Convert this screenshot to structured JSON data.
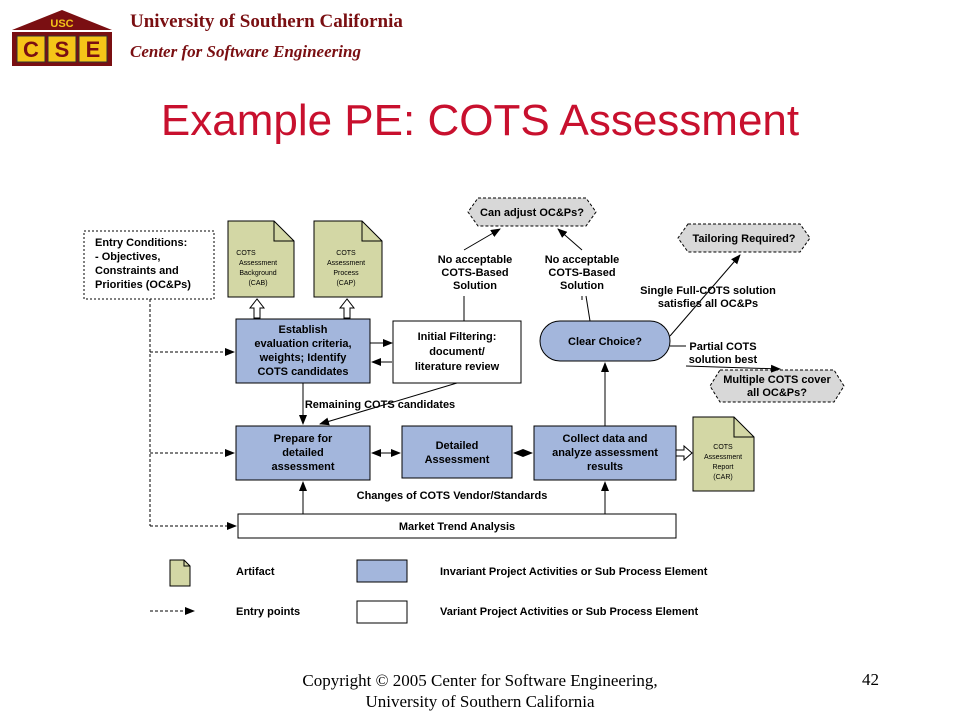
{
  "header": {
    "logo_top": "USC",
    "logo_letters": [
      "C",
      "S",
      "E"
    ],
    "university": "University of Southern California",
    "center": "Center for Software Engineering"
  },
  "title": "Example PE: COTS Assessment",
  "diagram": {
    "entry": [
      "Entry Conditions:",
      "- Objectives,",
      "Constraints and",
      "Priorities (OC&Ps)"
    ],
    "cab": [
      "COTS",
      "Assessment",
      "Background",
      "(CAB)"
    ],
    "cap": [
      "COTS",
      "Assessment",
      "Process",
      "(CAP)"
    ],
    "car": [
      "COTS",
      "Assessment",
      "Report",
      "(CAR)"
    ],
    "establish": [
      "Establish",
      "evaluation criteria,",
      "weights; Identify",
      "COTS candidates"
    ],
    "initial": [
      "Initial Filtering:",
      "document/",
      "literature review"
    ],
    "clear_choice": "Clear Choice?",
    "can_adjust": "Can adjust OC&Ps?",
    "tailoring": "Tailoring Required?",
    "multiple": [
      "Multiple COTS cover",
      "all OC&Ps?"
    ],
    "no_accept_1": [
      "No acceptable",
      "COTS-Based",
      "Solution"
    ],
    "no_accept_2": [
      "No acceptable",
      "COTS-Based",
      "Solution"
    ],
    "single_full": [
      "Single Full-COTS solution",
      "satisfies all OC&Ps"
    ],
    "partial": [
      "Partial COTS",
      "solution best"
    ],
    "remaining": "Remaining COTS candidates",
    "prepare": [
      "Prepare for",
      "detailed",
      "assessment"
    ],
    "detailed": [
      "Detailed",
      "Assessment"
    ],
    "collect": [
      "Collect data and",
      "analyze assessment",
      "results"
    ],
    "changes": "Changes of COTS Vendor/Standards",
    "market": "Market Trend Analysis"
  },
  "legend": {
    "artifact": "Artifact",
    "entry_points": "Entry points",
    "invariant": "Invariant Project Activities or Sub Process Element",
    "variant": "Variant Project Activities or Sub Process Element"
  },
  "colors": {
    "invariant_fill": "#a3b6dc",
    "artifact_fill": "#d3d7a5",
    "decision_fill": "#d8d8d8",
    "title": "#c8102e",
    "brand": "#7a0f12"
  },
  "footer": {
    "line1": "Copyright © 2005 Center for Software Engineering,",
    "line2": "University of Southern California",
    "page": "42"
  }
}
